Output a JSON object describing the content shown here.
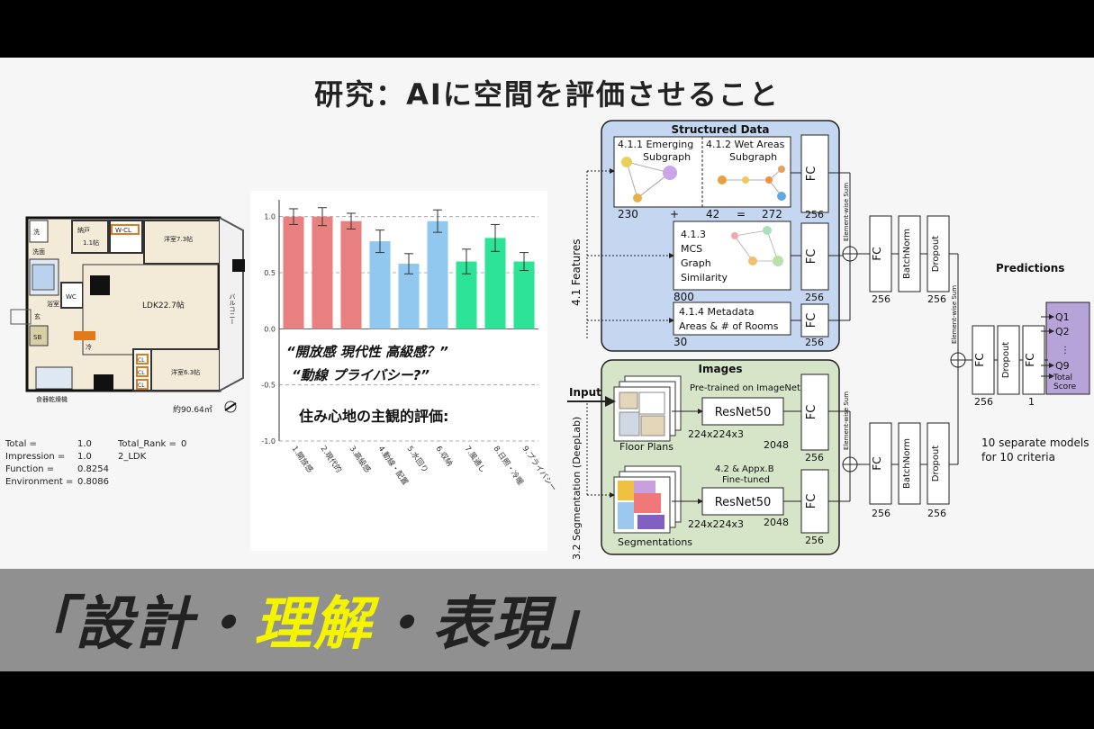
{
  "title": "研究：AIに空間を評価させること",
  "caption": {
    "open": "「設計・",
    "highlight": "理解",
    "close": "・表現」"
  },
  "floorplan": {
    "rooms": {
      "laundry": "洗",
      "washroom": "洗面",
      "storage": "納戸",
      "storage_size": "1.1帖",
      "wcl": "W-CL",
      "bed1": "洋室7.3帖",
      "bath": "浴室",
      "wc": "WC",
      "ldk": "LDK22.7帖",
      "entrance": "玄",
      "sb": "SB",
      "fridge": "冷",
      "cl1": "CL",
      "cl2": "CL",
      "cl3": "CL",
      "bed2": "洋室6.3帖",
      "balcony": "バルコニー",
      "dryer": "食器乾燥機",
      "area": "約90.64㎡"
    }
  },
  "stats": [
    {
      "key": "Total =",
      "value": "1.0",
      "key2": "Total_Rank =",
      "value2": "0"
    },
    {
      "key": "Impression =",
      "value": "1.0",
      "key2": "2_LDK",
      "value2": ""
    },
    {
      "key": "Function =",
      "value": "0.8254",
      "key2": "",
      "value2": ""
    },
    {
      "key": "Environment =",
      "value": "0.8086",
      "key2": "",
      "value2": ""
    }
  ],
  "chart_data": {
    "type": "bar",
    "categories": [
      "1.開放感",
      "2.現代的",
      "3.高級感",
      "4.動線・配置",
      "5.水回り",
      "6.収納",
      "7.風通し",
      "8.日照・冷暖",
      "9.プライバシー"
    ],
    "values": [
      1.0,
      1.0,
      0.96,
      0.78,
      0.58,
      0.96,
      0.6,
      0.81,
      0.6
    ],
    "errors": [
      0.07,
      0.08,
      0.07,
      0.1,
      0.09,
      0.1,
      0.11,
      0.12,
      0.08
    ],
    "colors": [
      "#e88080",
      "#e88080",
      "#e88080",
      "#90c8ef",
      "#90c8ef",
      "#90c8ef",
      "#2ce396",
      "#2ce396",
      "#2ce396"
    ],
    "yticks": [
      "1.0",
      "0.5",
      "0.0",
      "-0.5",
      "-1.0"
    ],
    "ylim": [
      -1.0,
      1.15
    ],
    "grid": "dashed",
    "annotations": [
      "“開放感 現代性 高級感？”",
      "“動線 プライバシー?”",
      "住み心地の主観的評価:"
    ]
  },
  "diagram": {
    "structured_title": "Structured Data",
    "emerging": "4.1.1 Emerging",
    "emerging_sub": "Subgraph",
    "wet": "4.1.2 Wet Areas",
    "wet_sub": "Subgraph",
    "n230": "230",
    "plus": "+",
    "n42": "42",
    "eq": "=",
    "n272": "272",
    "mcs": [
      "4.1.3",
      "MCS",
      "Graph",
      "Similarity"
    ],
    "n800": "800",
    "meta": "4.1.4 Metadata",
    "meta_sub": "Areas & # of Rooms",
    "n30": "30",
    "fc": "FC",
    "n256": "256",
    "features": "4.1 Features",
    "ews": "Element-wise Sum",
    "batchnorm": "BatchNorm",
    "dropout": "Dropout",
    "images_title": "Images",
    "input": "Input",
    "pretrained": "Pre-trained on ImageNet",
    "resnet": "ResNet50",
    "dims": "224x224x3",
    "n2048": "2048",
    "floorplans": "Floor Plans",
    "finetuned1": "4.2 & Appx.B",
    "finetuned2": "Fine-tuned",
    "segmentations": "Segmentations",
    "segmentation_side": "3.2 Segmentation (DeepLab)",
    "predictions": "Predictions",
    "q1": "Q1",
    "q2": "Q2",
    "q9": "Q9",
    "total": "Total",
    "score": "Score",
    "n1": "1",
    "models1": "10 separate models",
    "models2": "for 10 criteria"
  }
}
